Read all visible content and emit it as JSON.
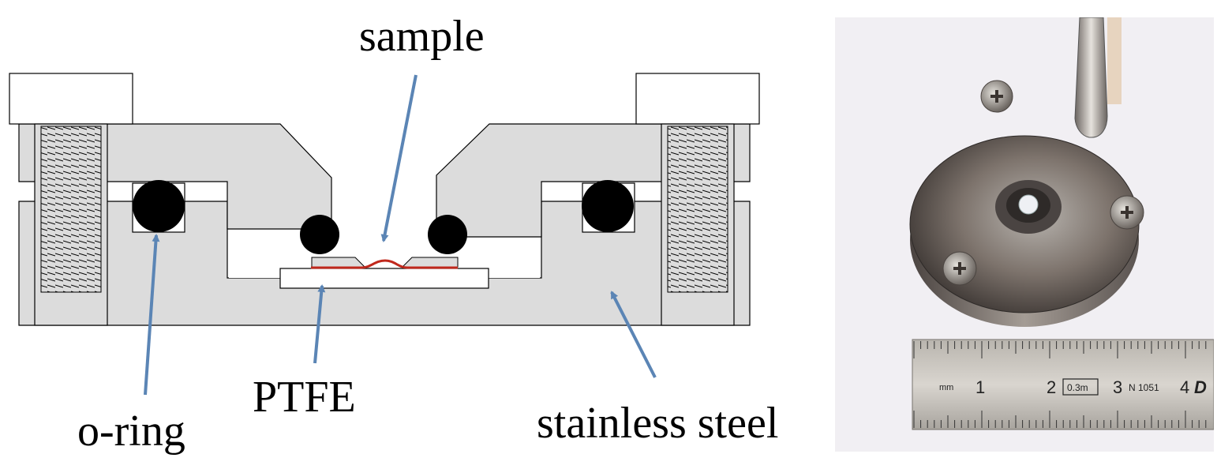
{
  "labels": {
    "sample": "sample",
    "o_ring": "o-ring",
    "ptfe": "PTFE",
    "stainless_steel": "stainless steel"
  },
  "ruler": {
    "mm": "mm",
    "n1": "1",
    "n2": "2",
    "n3": "3",
    "n4": "4",
    "box": "0.3m",
    "code": "N 1051",
    "d": "D"
  },
  "colors": {
    "steel_fill": "#dcdcdc",
    "outline": "#000000",
    "arrow": "#5b85b5",
    "sample_red": "#c0281c",
    "photo_bg": "#f1eff3"
  },
  "icons": {
    "screw": "phillips-screw-icon"
  }
}
